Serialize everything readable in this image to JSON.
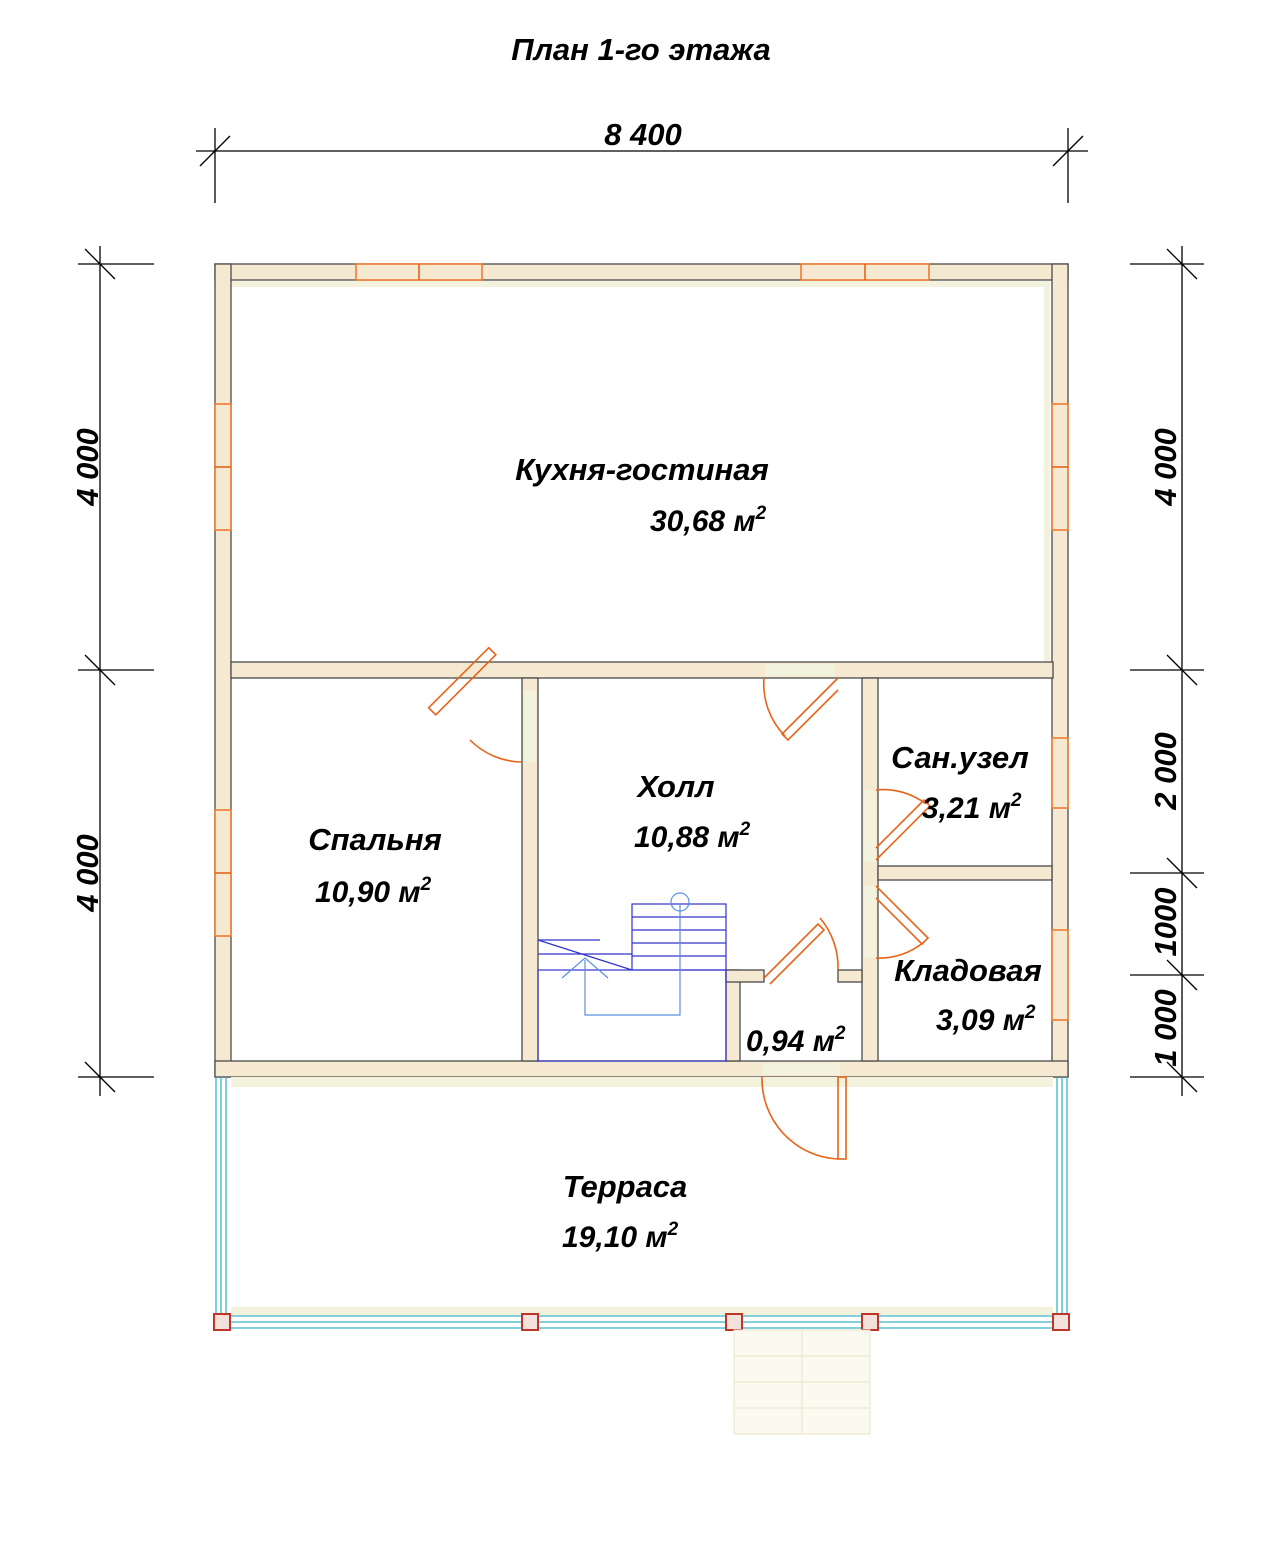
{
  "title": "План 1-го этажа",
  "dimensions": {
    "top": "8 400",
    "left_upper": "4 000",
    "left_lower": "4 000",
    "right_upper": "4 000",
    "right_mid": "2 000",
    "right_small": "1000",
    "right_bottom": "1 000"
  },
  "rooms": {
    "kitchen": {
      "name": "Кухня-гостиная",
      "area": "30,68 м",
      "unit_power": "2"
    },
    "bedroom": {
      "name": "Спальня",
      "area": "10,90 м",
      "unit_power": "2"
    },
    "hall": {
      "name": "Холл",
      "area": "10,88 м",
      "unit_power": "2"
    },
    "bathroom": {
      "name": "Сан.узел",
      "area": "3,21 м",
      "unit_power": "2"
    },
    "storage": {
      "name": "Кладовая",
      "area": "3,09 м",
      "unit_power": "2"
    },
    "vestibule": {
      "name": "",
      "area": "0,94 м",
      "unit_power": "2"
    },
    "terrace": {
      "name": "Терраса",
      "area": "19,10 м",
      "unit_power": "2"
    }
  },
  "colors": {
    "wall_fill": "#f6e9d2",
    "window_door": "#f07a30",
    "stair": "#3333cc",
    "railing": "#39b5c8",
    "post": "#c0352a"
  }
}
